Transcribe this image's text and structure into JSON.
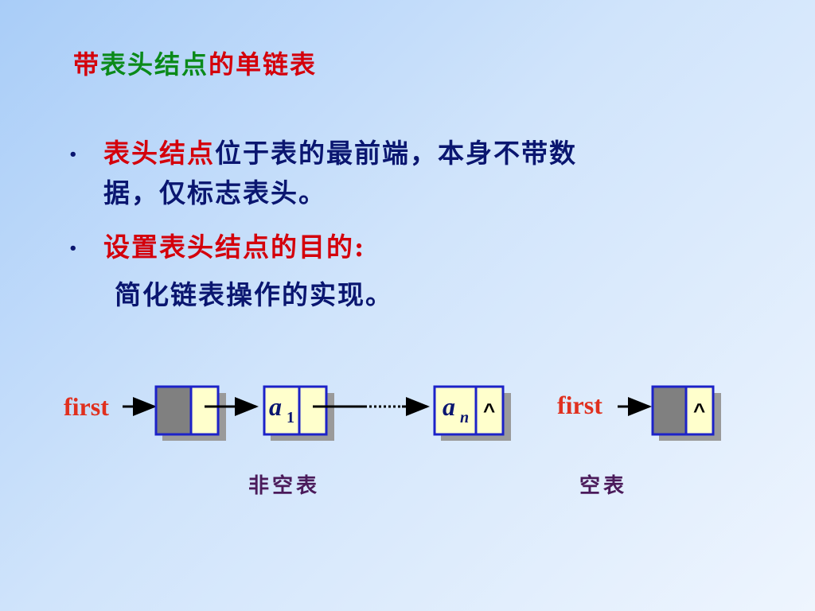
{
  "title": {
    "part1": "带",
    "part2": "表头结点",
    "part3": "的单链表"
  },
  "bullet1": {
    "highlight": "表头结点",
    "rest1": "位于表的最前端，本身不带数",
    "rest2": "据，仅标志表头。"
  },
  "bullet2": {
    "label": "设置表头结点的目的:",
    "detail": "简化链表操作的实现。"
  },
  "diagram": {
    "first_label": "first",
    "a_label": "a",
    "sub1": "1",
    "subn": "n",
    "null_mark": "^",
    "caption_nonempty": "非空表",
    "caption_empty": "空表"
  },
  "colors": {
    "red": "#d4000b",
    "green": "#0b8a1a",
    "navy": "#0a1670",
    "nodeFill": "#ffffcc",
    "headFill": "#808080",
    "border": "#1c22c8",
    "labelOrange": "#e0301e"
  }
}
